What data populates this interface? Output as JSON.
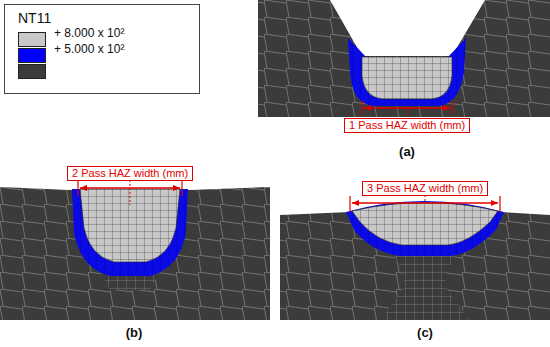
{
  "diagram": {
    "nodes": [
      {
        "text": [
          "1 Pass HAZ width (mm)"
        ]
      },
      {
        "text": [
          "2 Pass HAZ width (mm)"
        ]
      },
      {
        "text": [
          "3 Pass HAZ width (mm)"
        ]
      }
    ],
    "labels": [
      "NT11",
      "(a)",
      "(b)",
      "(c)"
    ],
    "legend": [
      {
        "text": "+ 8.000 x 10²",
        "color": "#c8c8c8"
      },
      {
        "text": "+ 5.000 x 10²",
        "color": "#0000ff"
      }
    ]
  }
}
